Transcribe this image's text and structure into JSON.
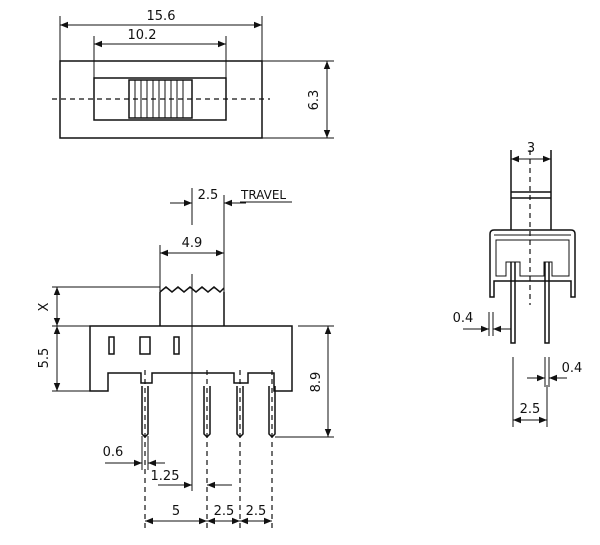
{
  "title": "Slide switch dimension drawing",
  "top_view": {
    "overall_length": "15.6",
    "slot_length": "10.2",
    "height": "6.3"
  },
  "side_view": {
    "travel": "2.5",
    "travel_label": "TRAVEL",
    "actuator_width": "4.9",
    "actuator_height": "X",
    "body_height": "5.5",
    "total_height": "8.9",
    "pin_width": "0.6",
    "offset": "1.25",
    "pitch_wide": "5",
    "pitch_1": "2.5",
    "pitch_2": "2.5"
  },
  "end_view": {
    "actuator_width": "3",
    "pin_thickness_left": "0.4",
    "pin_thickness_right": "0.4",
    "row_spacing": "2.5"
  }
}
